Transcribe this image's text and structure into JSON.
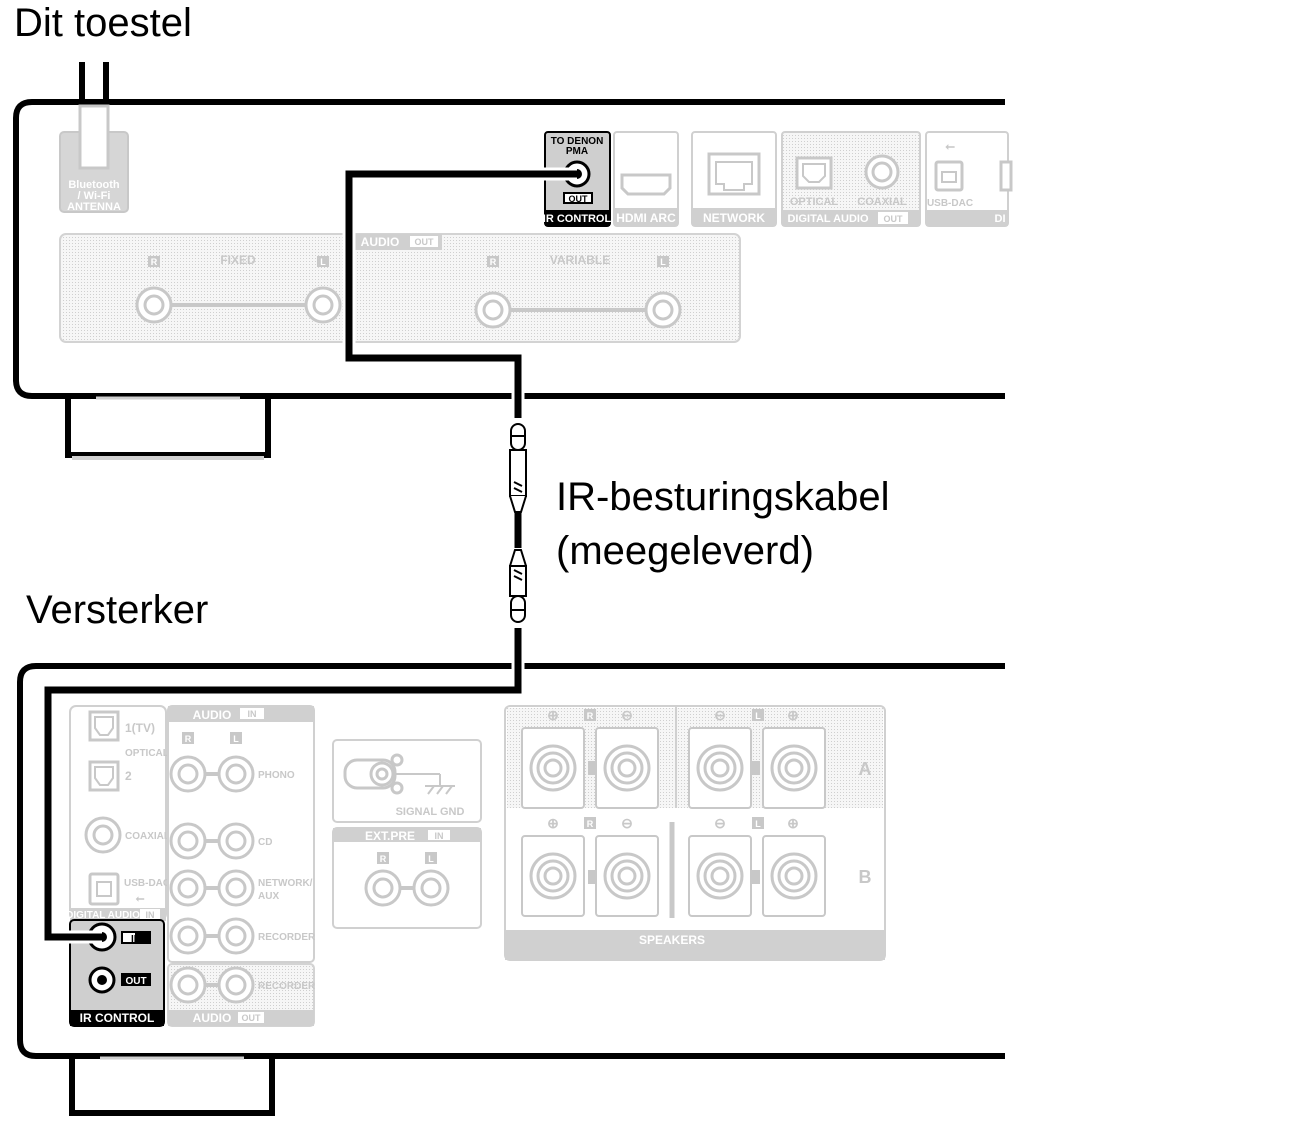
{
  "labels": {
    "this_unit": "Dit toestel",
    "amplifier": "Versterker",
    "cable_line1": "IR-besturingskabel",
    "cable_line2": "(meegeleverd)"
  },
  "unit_panel": {
    "antenna": [
      "Bluetooth",
      "/ Wi-Fi",
      "ANTENNA"
    ],
    "ir_to_denon": [
      "TO DENON",
      "PMA"
    ],
    "ir_out": "OUT",
    "ir_control": "IR CONTROL",
    "hdmi_arc": "HDMI ARC",
    "network": "NETWORK",
    "optical": "OPTICAL",
    "coaxial": "COAXIAL",
    "digital_audio": "DIGITAL AUDIO",
    "digital_out": "OUT",
    "usb_dac": "USB-DAC",
    "digital_cut": "DI",
    "audio": "AUDIO",
    "audio_out": "OUT",
    "fixed": "FIXED",
    "variable": "VARIABLE",
    "r": "R",
    "l": "L"
  },
  "amp_panel": {
    "tv": "1(TV)",
    "optical": "OPTICAL",
    "two": "2",
    "coaxial": "COAXIAL",
    "usb_dac": "USB-DAC",
    "digital_audio": "DIGITAL AUDIO",
    "digital_in": "IN",
    "audio": "AUDIO",
    "audio_in": "IN",
    "phono": "PHONO",
    "cd": "CD",
    "network_aux": [
      "NETWORK/",
      "AUX"
    ],
    "recorder": "RECORDER",
    "recorder_out": "RECORDER",
    "audio_out": "OUT",
    "signal_gnd": "SIGNAL GND",
    "ext_pre": "EXT.PRE",
    "ext_in": "IN",
    "r": "R",
    "l": "L",
    "ir_in": "IN",
    "ir_out": "OUT",
    "ir_control": "IR CONTROL",
    "speakers": "SPEAKERS",
    "a": "A",
    "b": "B"
  }
}
